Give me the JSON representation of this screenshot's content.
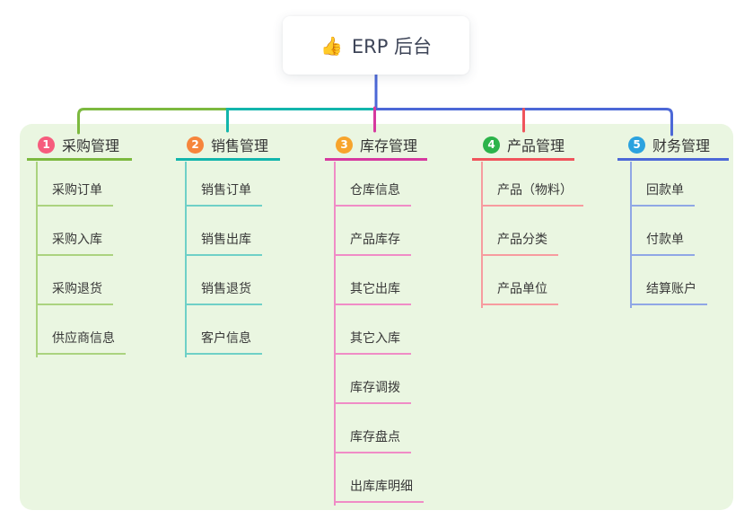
{
  "root": {
    "icon": "👍",
    "label": "ERP 后台",
    "line_color": "#4c68d7"
  },
  "panel_color": "#eaf6e1",
  "branches": [
    {
      "id": "1",
      "label": "采购管理",
      "color": "#7cb93f",
      "child_color": "#abd37f",
      "badge_color": "#f65c7d",
      "children": [
        "采购订单",
        "采购入库",
        "采购退货",
        "供应商信息"
      ]
    },
    {
      "id": "2",
      "label": "销售管理",
      "color": "#12b5ac",
      "child_color": "#6fd0c7",
      "badge_color": "#f6853c",
      "children": [
        "销售订单",
        "销售出库",
        "销售退货",
        "客户信息"
      ]
    },
    {
      "id": "3",
      "label": "库存管理",
      "color": "#d6399f",
      "child_color": "#f08cc6",
      "badge_color": "#f7a42c",
      "children": [
        "仓库信息",
        "产品库存",
        "其它出库",
        "其它入库",
        "库存调拨",
        "库存盘点",
        "出库库明细"
      ]
    },
    {
      "id": "4",
      "label": "产品管理",
      "color": "#f0545c",
      "child_color": "#f79b9f",
      "badge_color": "#2cb34a",
      "children": [
        "产品（物料）",
        "产品分类",
        "产品单位"
      ]
    },
    {
      "id": "5",
      "label": "财务管理",
      "color": "#4c68d7",
      "child_color": "#90a7e5",
      "badge_color": "#2ba2df",
      "children": [
        "回款单",
        "付款单",
        "结算账户"
      ]
    }
  ]
}
